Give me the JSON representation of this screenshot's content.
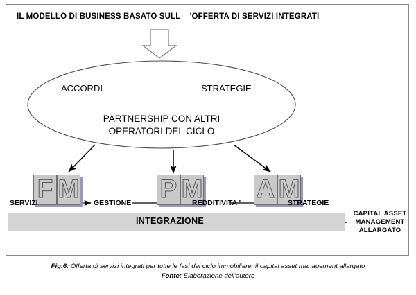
{
  "figure": {
    "title_part1": "IL MODELLO DI BUSINESS BASATO SULL",
    "title_part2": "'OFFERTA DI SERVIZI INTEGRATI",
    "title_full": "IL MODELLO DI BUSINESS BASATO SULL    'OFFERTA DI SERVIZI INTEGRATI"
  },
  "ellipse": {
    "label_left": "ACCORDI",
    "label_right": "STRATEGIE",
    "main_line1": "PARTNERSHIP CON ALTRI",
    "main_line2": "OPERATORI DEL CICLO"
  },
  "boxes": [
    {
      "id": "fm",
      "letter1": "F",
      "letter2": "M",
      "name": "FM"
    },
    {
      "id": "pm",
      "letter1": "P",
      "letter2": "M",
      "name": "PM"
    },
    {
      "id": "am",
      "letter1": "A",
      "letter2": "M",
      "name": "AM"
    }
  ],
  "flow": {
    "step1": "SERVIZI",
    "step2": "GESTIONE",
    "step3": "REDDITIVITA '",
    "step4": "STRATEGIE"
  },
  "integration": {
    "band_label": "INTEGRAZIONE"
  },
  "outcome": {
    "line1": "CAPITAL ASSET",
    "line2": "MANAGEMENT",
    "line3": "ALLARGATO"
  },
  "caption": {
    "fig_label": "Fig.6:",
    "fig_text": " Offerta di servizi integrati per tutte le fasi del ciclo immobiliare: il capital asset management allargato",
    "source_label": "Fonte:",
    "source_text": " Elaborazione dell'autore"
  },
  "colors": {
    "box_fill": "#c9c9c9",
    "box_shadow": "#9c96c4",
    "band_fill": "#d4d4d4",
    "line": "#000000",
    "frame": "#8a8a8a"
  },
  "icons": {
    "block_arrow_down": "block-arrow-down-icon"
  }
}
